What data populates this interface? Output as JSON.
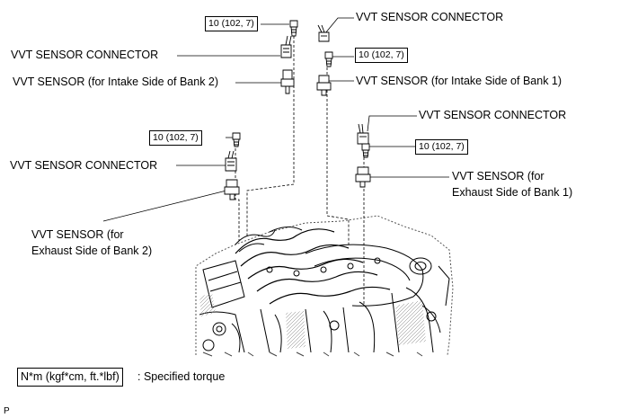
{
  "labels": {
    "connector_upper_left": "VVT SENSOR CONNECTOR",
    "connector_upper_right": "VVT SENSOR CONNECTOR",
    "sensor_intake_bank2": "VVT SENSOR (for Intake Side of Bank 2)",
    "sensor_intake_bank1": "VVT SENSOR (for Intake Side of Bank 1)",
    "connector_mid_right": "VVT SENSOR CONNECTOR",
    "connector_mid_left": "VVT SENSOR CONNECTOR",
    "sensor_exhaust_bank1_line1": "VVT SENSOR (for",
    "sensor_exhaust_bank1_line2": "Exhaust Side of Bank 1)",
    "sensor_exhaust_bank2_line1": "VVT SENSOR (for",
    "sensor_exhaust_bank2_line2": "Exhaust Side of Bank 2)"
  },
  "torque_boxes": {
    "top_left": "10 (102, 7)",
    "top_right": "10 (102, 7)",
    "mid_left": "10 (102, 7)",
    "mid_right": "10 (102, 7)"
  },
  "legend": {
    "box_text": "N*m (kgf*cm, ft.*lbf)",
    "description": ": Specified torque"
  },
  "footer_mark": "P"
}
